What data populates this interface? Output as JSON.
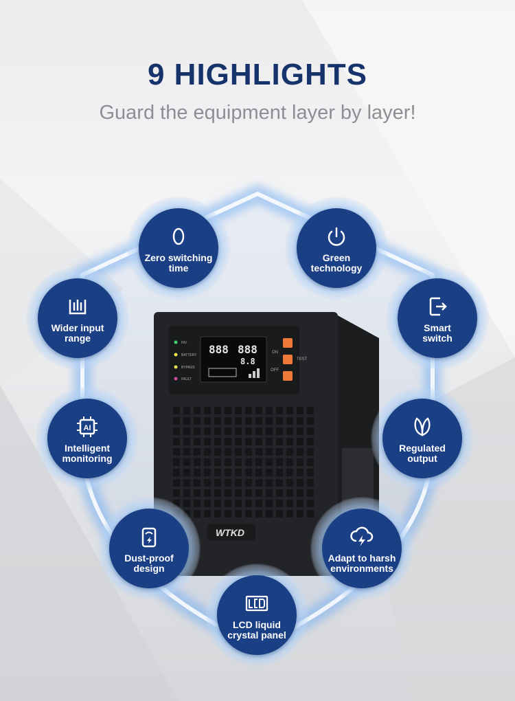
{
  "header": {
    "title": "9 HIGHLIGHTS",
    "subtitle": "Guard the equipment layer by layer!"
  },
  "product": {
    "brand": "WTKD",
    "lcd_readout_left": "888",
    "lcd_readout_right": "888",
    "lcd_readout_small": "8.8",
    "indicators": [
      "INV",
      "BATTERY",
      "BYPASS",
      "FAULT"
    ],
    "button_labels": {
      "on": "ON",
      "off": "OFF",
      "test": "TEST"
    }
  },
  "colors": {
    "title": "#17336b",
    "badge": "#1b3f85",
    "subtitle": "#8b8e93"
  },
  "highlights": [
    {
      "label": "Zero switching\ntime",
      "icon": "zero-icon"
    },
    {
      "label": "Green\ntechnology",
      "icon": "power-icon"
    },
    {
      "label": "Wider input\nrange",
      "icon": "input-range-icon"
    },
    {
      "label": "Smart\nswitch",
      "icon": "smart-switch-icon"
    },
    {
      "label": "Intelligent\nmonitoring",
      "icon": "ai-chip-icon"
    },
    {
      "label": "Regulated\noutput",
      "icon": "leaf-icon"
    },
    {
      "label": "Dust-proof\ndesign",
      "icon": "dust-proof-icon"
    },
    {
      "label": "Adapt to harsh\nenvironments",
      "icon": "cloud-lightning-icon"
    },
    {
      "label": "LCD liquid\ncrystal panel",
      "icon": "lcd-icon"
    }
  ]
}
